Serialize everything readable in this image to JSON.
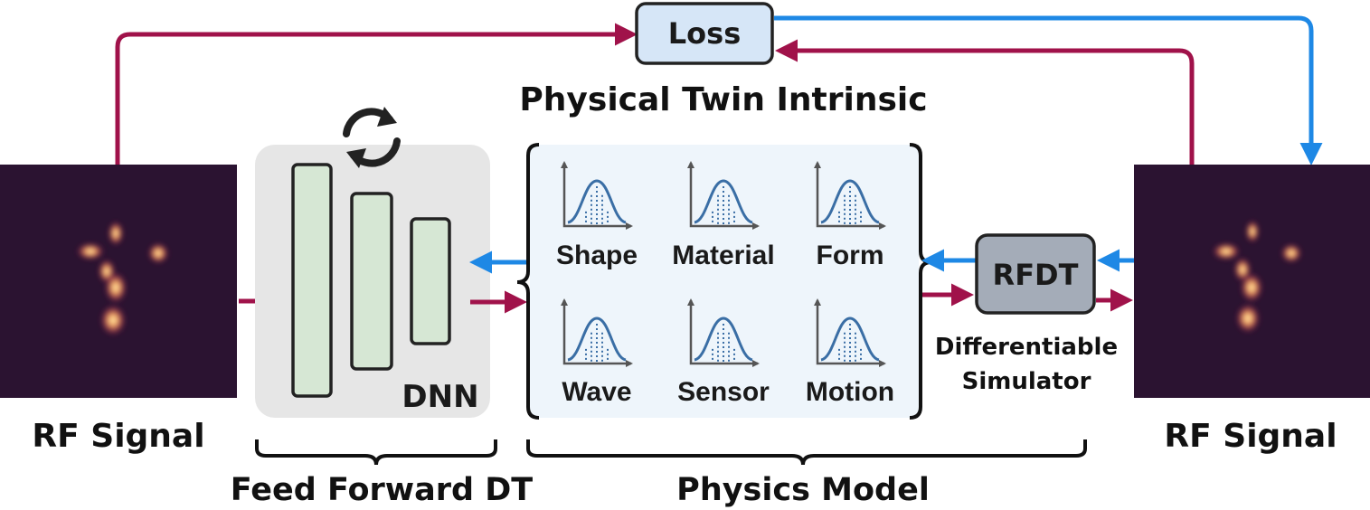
{
  "title": "Physical Twin Intrinsic",
  "loss": {
    "label": "Loss"
  },
  "input_signal": {
    "label": "RF Signal"
  },
  "output_signal": {
    "label": "RF Signal"
  },
  "dnn": {
    "label": "DNN"
  },
  "feed_forward": {
    "label": "Feed Forward DT"
  },
  "physics_model": {
    "label": "Physics Model"
  },
  "rfdt": {
    "label": "RFDT",
    "caption_line1": "Differentiable",
    "caption_line2": "Simulator"
  },
  "params": [
    "Shape",
    "Material",
    "Form",
    "Wave",
    "Sensor",
    "Motion"
  ],
  "colors": {
    "forward": "#a0124a",
    "backward": "#1e88e5",
    "loss_fill": "#d6e6f7",
    "dnn_bg": "#e6e6e6",
    "layer_fill": "#d6e7d4",
    "params_bg": "#eef5fb",
    "rfdt_fill": "#a4acb8",
    "heatmap_bg": "#2b1331",
    "icon": "#3a6ea5"
  }
}
